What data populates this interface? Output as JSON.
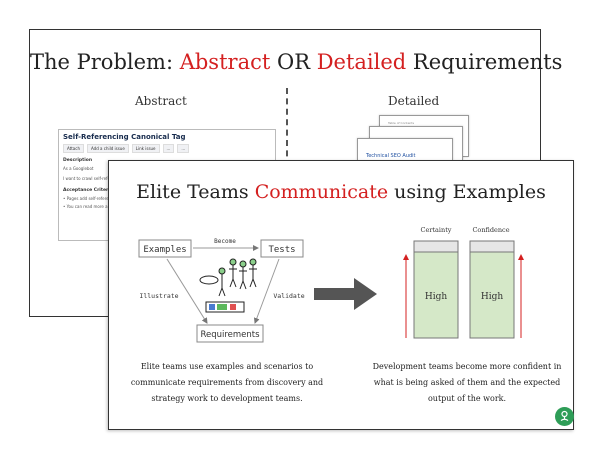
{
  "slide_back": {
    "title_parts": {
      "p1": "The Problem: ",
      "p2": "Abstract",
      "p3": " OR ",
      "p4": "Detailed",
      "p5": " Requirements"
    },
    "col_abstract": "Abstract",
    "col_detailed": "Detailed",
    "jira": {
      "title": "Self-Referencing Canonical Tag",
      "buttons": [
        "Attach",
        "Add a child issue",
        "Link issue",
        "...",
        "…"
      ],
      "description_label": "Description",
      "as_a": "As a Googlebot",
      "want": "I want to crawl self-referencing…",
      "acceptance_label": "Acceptance Criteria",
      "bullet1": "• Pages add self-referenc…",
      "bullet2": "• You can read more abou…"
    },
    "docs": {
      "doc3_text": "Table of Contents",
      "doc1_title": "Technical SEO Audit"
    }
  },
  "slide_front": {
    "title_parts": {
      "p1": "Elite Teams ",
      "p2": "Communicate",
      "p3": " using Examples"
    },
    "diagram": {
      "examples": "Examples",
      "tests": "Tests",
      "requirements": "Requirements",
      "become": "Become",
      "illustrate": "Illustrate",
      "validate": "Validate"
    },
    "certainty": "Certainty",
    "confidence": "Confidence",
    "high_left": "High",
    "high_right": "High",
    "left_text": "Elite teams use examples and scenarios to communicate requirements from discovery and strategy work to development teams.",
    "right_text": "Development teams become more confident in what is being asked of them and the expected output of the work."
  },
  "colors": {
    "accent_red": "#d42020",
    "bar_fill": "#d5e8c8",
    "arrow": "#555555",
    "logo": "#2e9d57"
  }
}
